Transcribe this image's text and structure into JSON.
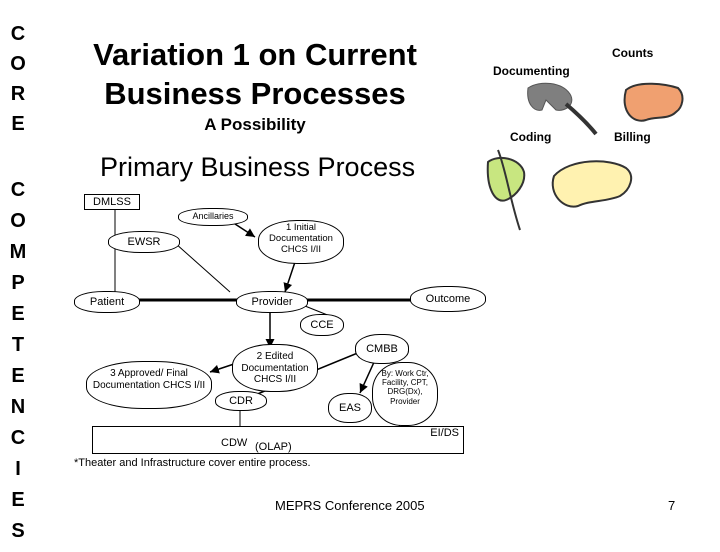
{
  "slide": {
    "core_letters": [
      "C",
      "O",
      "R",
      "E"
    ],
    "competencies_letters": [
      "C",
      "O",
      "M",
      "P",
      "E",
      "T",
      "E",
      "N",
      "C",
      "I",
      "E",
      "S"
    ],
    "title": "Variation 1 on Current Business Processes",
    "subtitle": "A Possibility",
    "section_heading": "Primary Business Process",
    "footnote": "*Theater and Infrastructure cover entire process.",
    "footer": "MEPRS Conference 2005",
    "page_number": "7"
  },
  "legend": {
    "documenting": "Documenting",
    "counts": "Counts",
    "coding": "Coding",
    "billing": "Billing"
  },
  "diagram": {
    "dmlss": "DMLSS",
    "ancillaries": "Ancillaries",
    "initial_documentation": "1 Initial Documentation CHCS I/II",
    "ewsr": "EWSR",
    "patient": "Patient",
    "provider": "Provider",
    "outcome": "Outcome",
    "cce": "CCE",
    "cmbb": "CMBB",
    "approved_final": "3 Approved/ Final Documentation CHCS I/II",
    "edited_documentation": "2 Edited Documentation CHCS I/II",
    "cdr": "CDR",
    "eas": "EAS",
    "by_note": "By: Work Ctr, Facility, CPT, DRG(Dx), Provider",
    "eids": "EI/DS",
    "cdw": "CDW",
    "olap": "(OLAP)"
  },
  "colors": {
    "documenting_fill": "#7f7f7f",
    "counts_fill": "#f0a070",
    "coding_fill": "#c8e680",
    "billing_fill": "#fff2b0"
  }
}
